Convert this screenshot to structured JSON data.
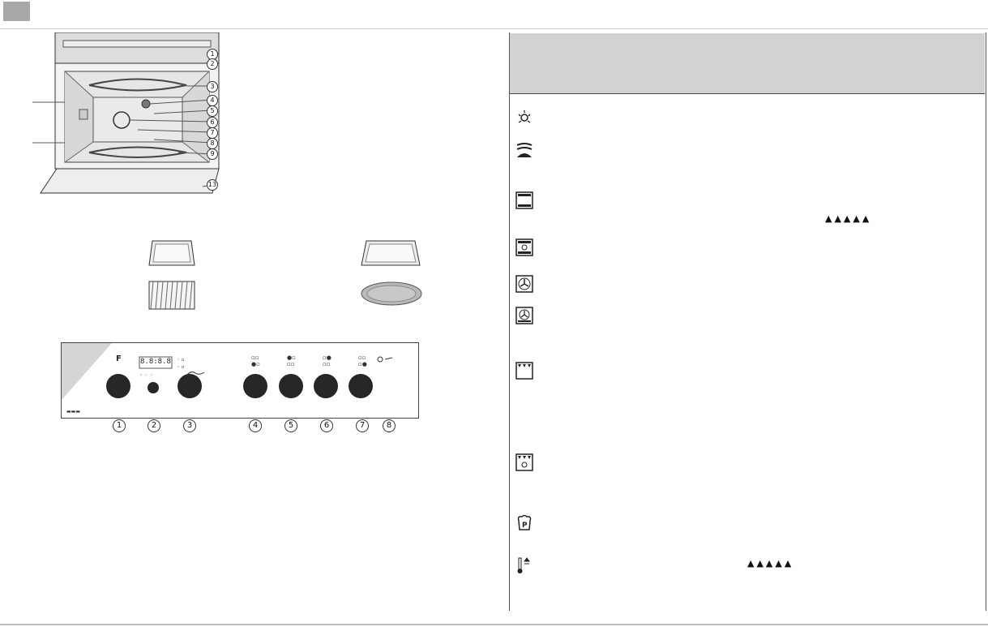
{
  "oven_parts": {
    "labels": [
      "1",
      "2",
      "3",
      "4",
      "5",
      "6",
      "7",
      "8",
      "9",
      "13"
    ]
  },
  "control_panel": {
    "f_label": "F",
    "display_text": "8.8:8.8",
    "knob_numbers": [
      "1",
      "2",
      "3",
      "4",
      "5",
      "6",
      "7",
      "8"
    ]
  },
  "functions": {
    "icons": [
      "oven-light-icon",
      "top-heat-icon",
      "conventional-icon",
      "fan-heat-icon",
      "fan-icon",
      "fan-grill-icon",
      "grill-icon",
      "fan-grill-combo-icon",
      "pizza-icon",
      "temperature-icon"
    ],
    "rating_triangles_1": "▲▲▲▲▲",
    "rating_triangles_2": "▲▲▲▲▲"
  }
}
